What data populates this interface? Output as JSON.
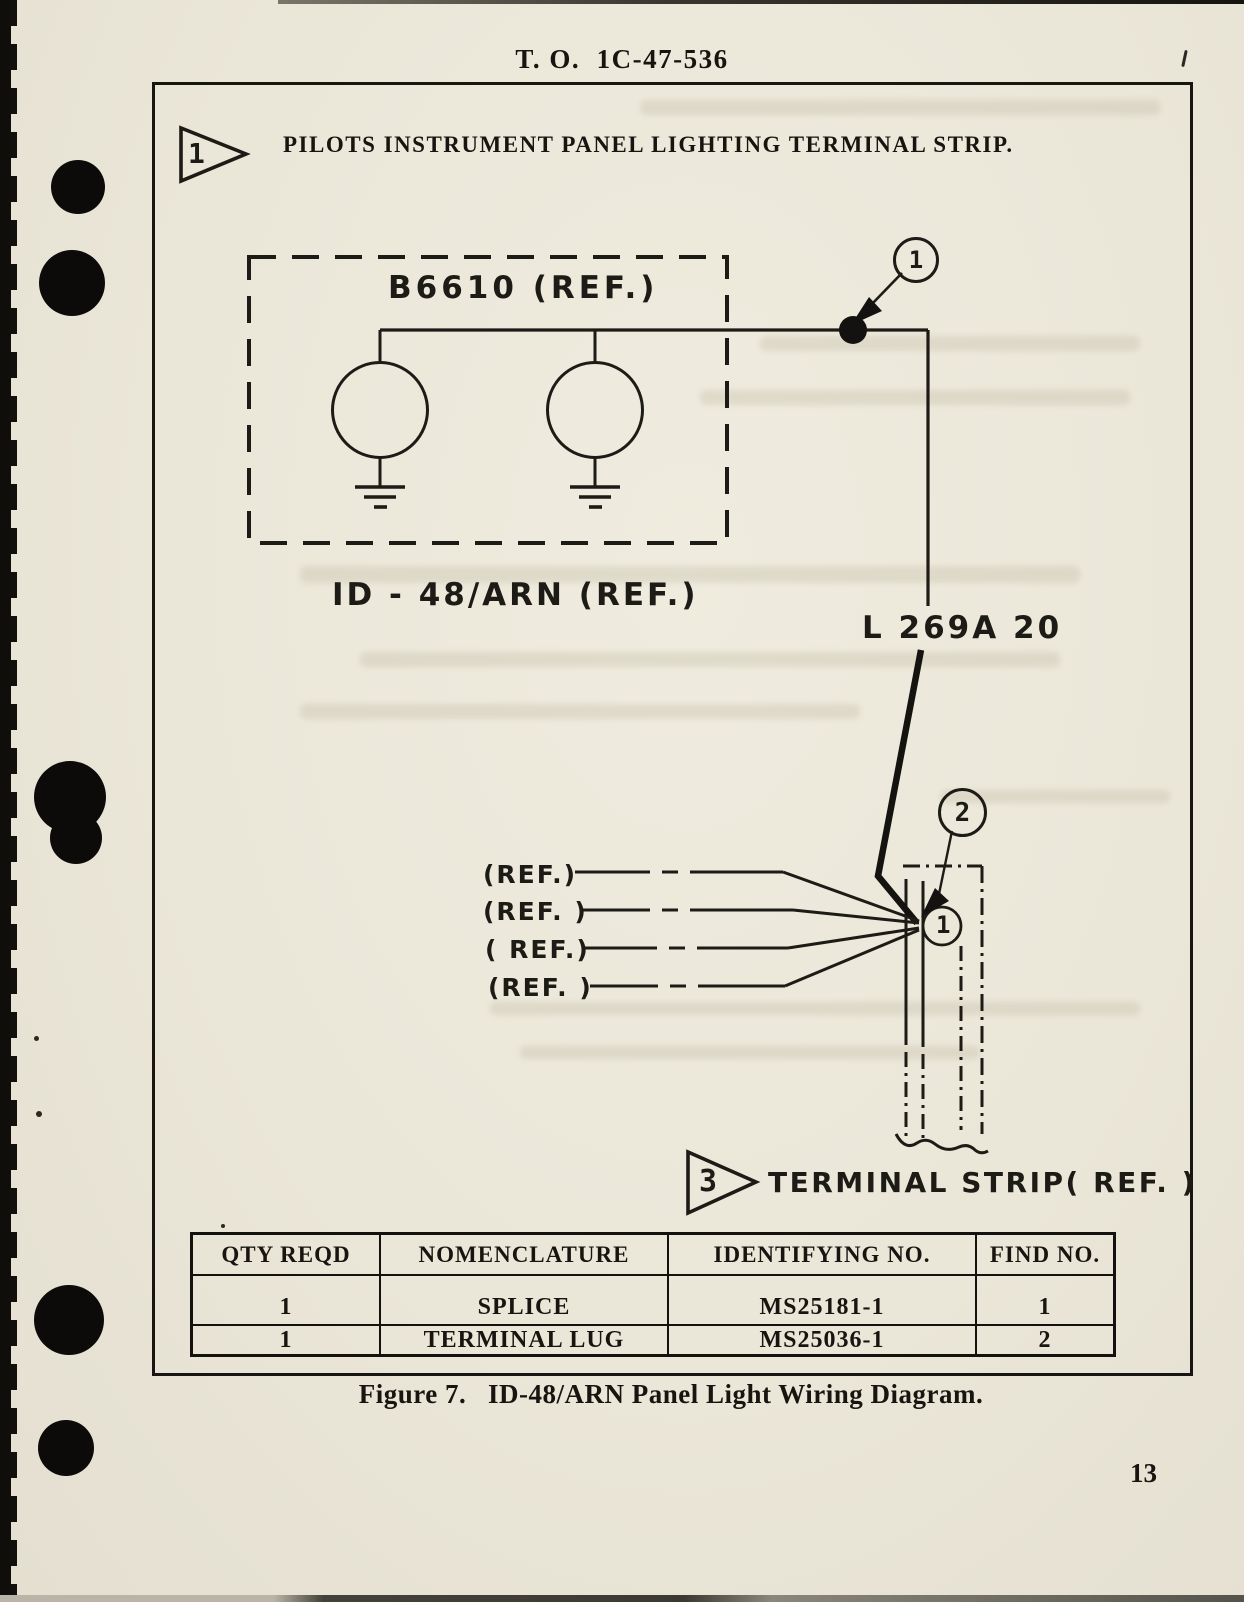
{
  "colors": {
    "paper": "#ebe7d9",
    "ink": "#1d1b16"
  },
  "page": {
    "header": "T. O.  1C-47-536",
    "caption": "Figure 7.   ID-48/ARN Panel Light Wiring Diagram.",
    "page_number": "13"
  },
  "figure": {
    "title": "PILOTS INSTRUMENT PANEL LIGHTING TERMINAL STRIP.",
    "labels": {
      "assembly": "B6610 (REF.)",
      "indicator": "ID - 48/ARN (REF.)",
      "wire": "L 269A 20",
      "ref1": "(REF.)",
      "ref2": "(REF. )",
      "ref3": "( REF.)",
      "ref4": "(REF. )",
      "terminal_strip": "TERMINAL STRIP( REF. )"
    },
    "callouts": {
      "flag_top": "1",
      "splice_pointer": "1",
      "terminal_lug_pointer": "2",
      "splice_symbol": "1",
      "strip_flag": "3"
    }
  },
  "table": {
    "headers": [
      "QTY REQD",
      "NOMENCLATURE",
      "IDENTIFYING NO.",
      "FIND NO."
    ],
    "rows": [
      [
        "1",
        "SPLICE",
        "MS25181-1",
        "1"
      ],
      [
        "1",
        "TERMINAL LUG",
        "MS25036-1",
        "2"
      ]
    ]
  }
}
